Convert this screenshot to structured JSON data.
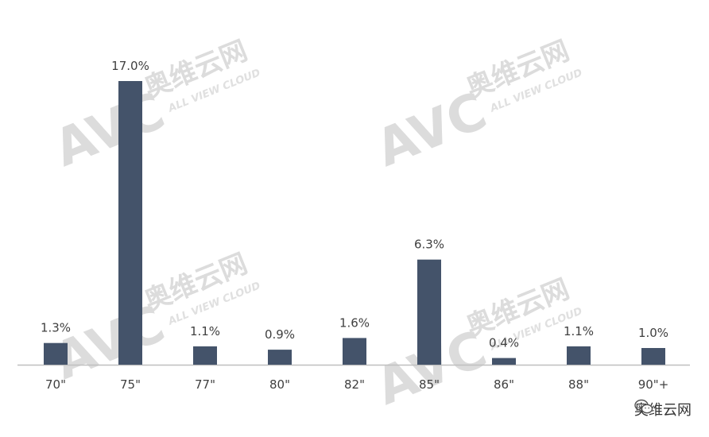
{
  "chart_data": {
    "type": "bar",
    "categories": [
      "70\"",
      "75\"",
      "77\"",
      "80\"",
      "82\"",
      "85\"",
      "86\"",
      "88\"",
      "90\"+"
    ],
    "values": [
      1.3,
      17.0,
      1.1,
      0.9,
      1.6,
      6.3,
      0.4,
      1.1,
      1.0
    ],
    "value_labels": [
      "1.3%",
      "17.0%",
      "1.1%",
      "0.9%",
      "1.6%",
      "6.3%",
      "0.4%",
      "1.1%",
      "1.0%"
    ],
    "title": "",
    "xlabel": "",
    "ylabel": "",
    "ylim": [
      0,
      17.0
    ],
    "grid": false,
    "legend": "none",
    "bar_color": "#44536a",
    "axis_color": "#bfbfbf"
  },
  "watermark": {
    "logo_text": "AVC",
    "brand_cn": "奥维云网",
    "brand_en": "ALL VIEW CLOUD"
  },
  "badge": {
    "text": "奥维云网",
    "icon": "wechat-icon"
  }
}
